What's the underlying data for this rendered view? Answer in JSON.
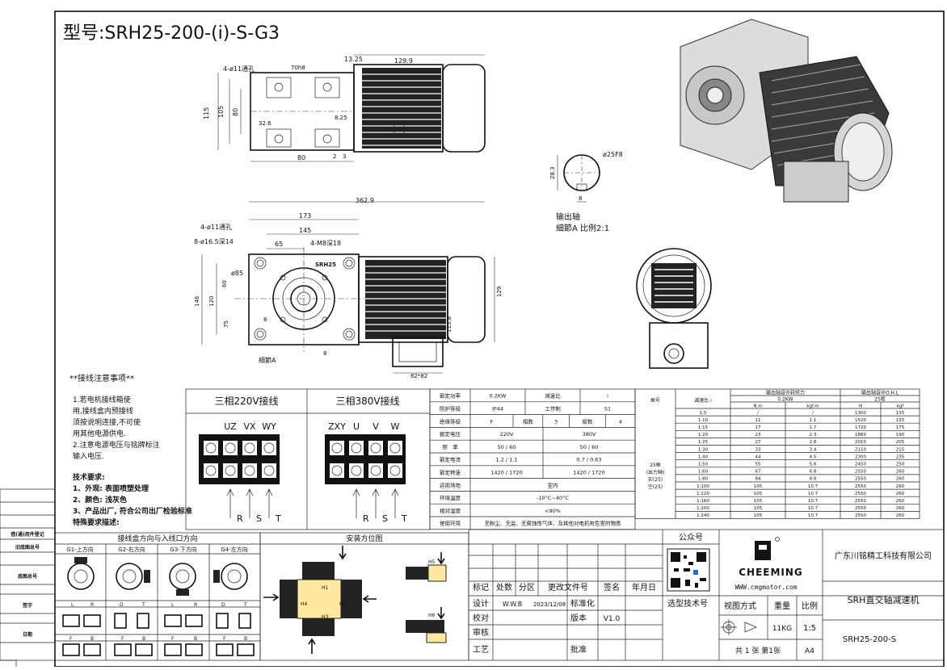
{
  "title": "型号:SRH25-200-(i)-S-G3",
  "top_view": {
    "labels": [
      "4-ø11通孔",
      "70h8",
      "13.25",
      "129.9",
      "115",
      "105",
      "80",
      "32.6",
      "8.25",
      "80",
      "2",
      "3"
    ]
  },
  "front_view": {
    "labels": [
      "362.9",
      "173",
      "145",
      "65",
      "4-ø11通孔",
      "8-ø16.5深14",
      "4-M8深18",
      "SRH25",
      "ø85",
      "60",
      "120",
      "146",
      "75",
      "8",
      "8",
      "115.8",
      "129",
      "82*82",
      "細節A"
    ]
  },
  "detail": {
    "labels": [
      "ø25F8",
      "28.3",
      "8"
    ],
    "caption": [
      "输出轴",
      "細節A 比例2:1"
    ]
  },
  "wiring_notes": {
    "title": "**接线注意事项**",
    "lines": [
      "1.若电机接线箱使",
      "用,接线盒内预接线",
      "须按说明连接,不可使",
      "用其他电源供电.",
      "2.注意电源电压与铭牌标注",
      "输入电压."
    ]
  },
  "tech": {
    "title": "技术要求:",
    "lines": [
      "1、外观: 表面喷塑处理",
      "2、颜色: 浅灰色",
      "3、产品出厂, 符合公司出厂检验标准",
      "特殊要求描述:"
    ]
  },
  "wiring220": {
    "title": "三相220V接线",
    "top": [
      "UZ",
      "VX",
      "WY"
    ],
    "bottom": [
      "R",
      "S",
      "T"
    ]
  },
  "wiring380": {
    "title": "三相380V接线",
    "top": [
      "ZXY",
      "U",
      "V",
      "W"
    ],
    "bottom": [
      "R",
      "S",
      "T"
    ]
  },
  "spec_rows": [
    [
      "额定功率",
      "0.2KW",
      "减速比",
      "i"
    ],
    [
      "防护等级",
      "IP44",
      "工作制",
      "S1"
    ],
    [
      "绝缘等级",
      "F",
      "相数",
      "3",
      "级数",
      "4"
    ],
    [
      "额定电压",
      "220V",
      "380V"
    ],
    [
      "频　率",
      "50 / 60",
      "50 / 60"
    ],
    [
      "额定电流",
      "1.2 / 1.1",
      "0.7 / 0.63"
    ],
    [
      "额定转速",
      "1420 / 1720",
      "1420 / 1720"
    ],
    [
      "适用场地",
      "室内"
    ],
    [
      "环境温度",
      "-10°C~40°C"
    ],
    [
      "相对湿度",
      "<90%"
    ],
    [
      "使用环境",
      "无粉尘、无盐、无腐蚀性气体、及其他对电机有危害的物质"
    ]
  ],
  "ratio_table": {
    "h1": [
      "框号",
      "减速比 i",
      "输出轴容许转矩力",
      "输出轴容许O.H.L"
    ],
    "h2": [
      "0.2KW",
      "25框"
    ],
    "h3": [
      "N.m",
      "kgf.m",
      "N",
      "kgf"
    ],
    "frame": "25框\n(出力轴)\n实(25)\n空(25)",
    "rows": [
      [
        "1:5",
        "/",
        "/",
        "1300",
        "135"
      ],
      [
        "1:10",
        "11",
        "1.1",
        "1520",
        "155"
      ],
      [
        "1:15",
        "17",
        "1.7",
        "1720",
        "175"
      ],
      [
        "1:20",
        "23",
        "2.3",
        "1860",
        "190"
      ],
      [
        "1:25",
        "27",
        "2.8",
        "2010",
        "205"
      ],
      [
        "1:30",
        "33",
        "3.4",
        "2110",
        "215"
      ],
      [
        "1:40",
        "44",
        "4.5",
        "2300",
        "235"
      ],
      [
        "1:50",
        "55",
        "5.6",
        "2450",
        "250"
      ],
      [
        "1:60",
        "67",
        "6.8",
        "2550",
        "260"
      ],
      [
        "1:80",
        "84",
        "8.6",
        "2550",
        "260"
      ],
      [
        "1:100",
        "105",
        "10.7",
        "2550",
        "260"
      ],
      [
        "1:120",
        "105",
        "10.7",
        "2550",
        "260"
      ],
      [
        "1:160",
        "105",
        "10.7",
        "2550",
        "260"
      ],
      [
        "1:200",
        "105",
        "10.7",
        "2550",
        "260"
      ],
      [
        "1:240",
        "105",
        "10.7",
        "2550",
        "260"
      ]
    ]
  },
  "left_margin": [
    "借(通)用件登记",
    "旧底图总号",
    "底图总号",
    "签字",
    "日期"
  ],
  "direction": {
    "title": "接线盒方向与入线口方向",
    "cols": [
      "G1-上方向",
      "G2-右方向",
      "G3-下方向",
      "G4-左方向"
    ],
    "sub1": [
      "L",
      "R",
      "D",
      "T",
      "L",
      "R",
      "D",
      "T"
    ],
    "sub2": [
      "F",
      "B",
      "F",
      "B",
      "F",
      "B",
      "F",
      "B"
    ]
  },
  "install": {
    "title": "安装方位图",
    "labels": [
      "H1",
      "H2",
      "H3",
      "H4",
      "H5",
      "H6"
    ]
  },
  "titleblock": {
    "row1": [
      "标记",
      "处数",
      "分区",
      "更改文件号",
      "签名",
      "年月日"
    ],
    "design": [
      "设计",
      "W.W.B",
      "2023/12/08",
      "标准化"
    ],
    "check": "校对",
    "version": [
      "版本",
      "V1.0"
    ],
    "review": "审核",
    "process": "工艺",
    "approve": "批准",
    "qr_title": "公众号",
    "tech_no": "选型技术号",
    "brand": "CHEEMING",
    "website": "WWW.cmgmotor.com",
    "company": "广东川铭精工科技有限公司",
    "product": "SRH直交轴减速机",
    "view": "视图方式",
    "weight_label": "重量",
    "scale_label": "比例",
    "weight": "11KG",
    "scale": "1:5",
    "sheets": "共 1 张 第1张",
    "size": "A4",
    "code": "SRH25-200-S"
  }
}
